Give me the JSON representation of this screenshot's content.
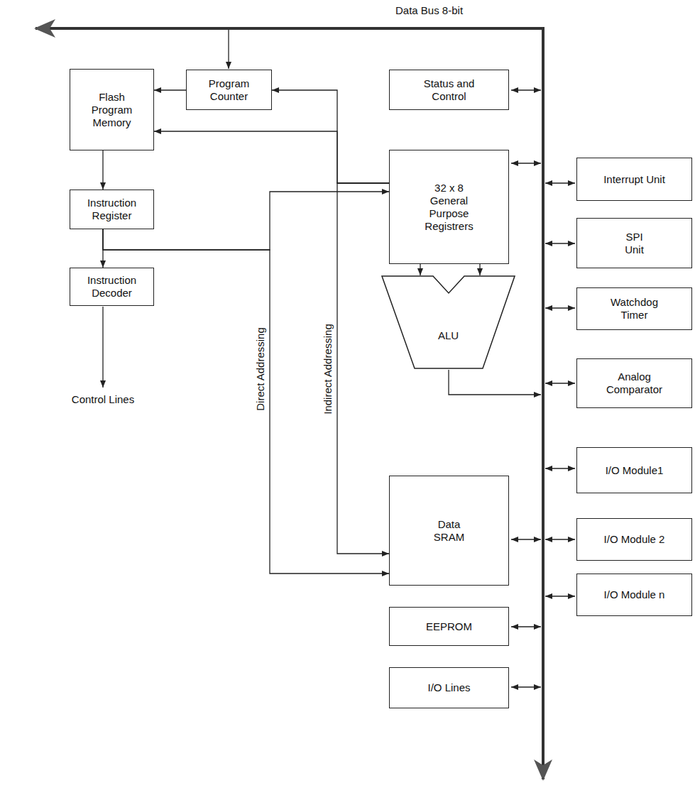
{
  "diagram": {
    "nodes": [
      {
        "text": [
          "Flash Program Memory"
        ]
      },
      {
        "text": [
          "Program Counter"
        ]
      },
      {
        "text": [
          "Status and Control"
        ]
      },
      {
        "text": [
          "Instruction Register"
        ]
      },
      {
        "text": [
          "32 x 8 General Purpose Registrers"
        ]
      },
      {
        "text": [
          "Interrupt Unit"
        ]
      },
      {
        "text": [
          "SPI Unit"
        ]
      },
      {
        "text": [
          "Instruction Decoder"
        ]
      },
      {
        "text": [
          "Watchdog Timer"
        ]
      },
      {
        "text": [
          "ALU"
        ]
      },
      {
        "text": [
          "Analog Comparator"
        ]
      },
      {
        "text": [
          "I/O Module1"
        ]
      },
      {
        "text": [
          "Data SRAM"
        ]
      },
      {
        "text": [
          "I/O Module 2"
        ]
      },
      {
        "text": [
          "I/O Module n"
        ]
      },
      {
        "text": [
          "EEPROM"
        ]
      },
      {
        "text": [
          "I/O Lines"
        ]
      }
    ],
    "edges": [
      {
        "from": 1,
        "to": 0,
        "arrow": "to"
      },
      {
        "from": 0,
        "to": 3,
        "arrow": "to"
      },
      {
        "from": 3,
        "to": 7,
        "arrow": "to"
      },
      {
        "from": 3,
        "to": 4,
        "arrow": "to"
      },
      {
        "from": 3,
        "to": 12,
        "arrow": "to"
      },
      {
        "from": 4,
        "to": 9,
        "arrow": "to"
      },
      {
        "from": 4,
        "to": 9,
        "arrow": "to"
      },
      {
        "from": 4,
        "to": 1,
        "arrow": "to"
      },
      {
        "from": 4,
        "to": 0,
        "arrow": "to"
      },
      {
        "from": 4,
        "to": 12,
        "arrow": "to"
      }
    ],
    "labels": [
      "Data Bus 8-bit",
      "Control Lines",
      "Direct Addressing",
      "Indirect Addressing"
    ]
  }
}
